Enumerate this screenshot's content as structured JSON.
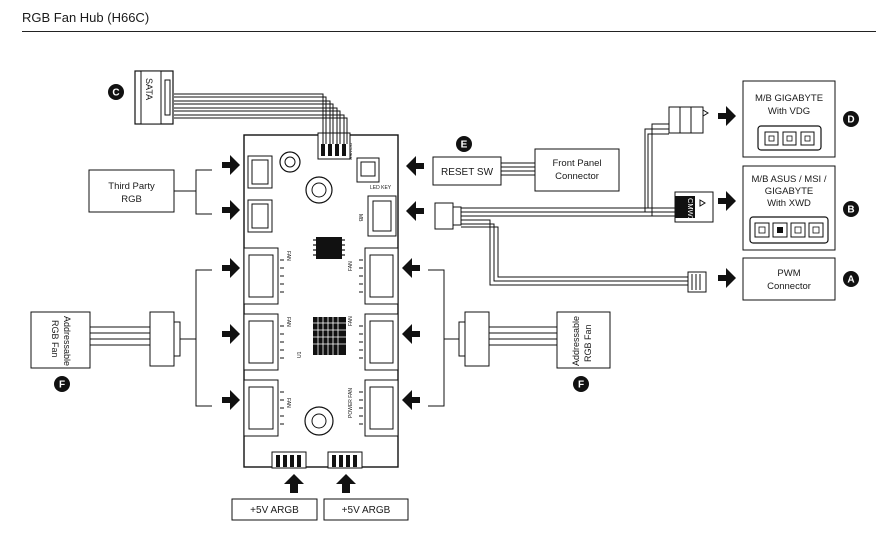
{
  "title": "RGB Fan Hub (H66C)",
  "markers": {
    "a": "A",
    "b": "B",
    "c": "C",
    "d": "D",
    "e": "E",
    "f": "F"
  },
  "sata": "SATA",
  "third_party_rgb": [
    "Third Party",
    "RGB"
  ],
  "reset_sw": "RESET  SW",
  "front_panel": [
    "Front Panel",
    "Connector"
  ],
  "mb_gigabyte_vdg": [
    "M/B GIGABYTE",
    "With VDG"
  ],
  "mb_asus_msi_gigabyte_xwd": [
    "M/B ASUS / MSI /",
    "GIGABYTE",
    "With XWD"
  ],
  "pwm_connector": [
    "PWM",
    "Connector"
  ],
  "addressable_rgb_fan": [
    "Addressable",
    "RGB Fan"
  ],
  "argb_5v": "+5V ARGB",
  "pcb_labels": {
    "power": "POWER",
    "led_key": "LED  KEY",
    "mb": "MB",
    "fan": "FAN",
    "u1": "U1",
    "power_fan": "POWER  FAN",
    "cmwx": "CMWX"
  }
}
